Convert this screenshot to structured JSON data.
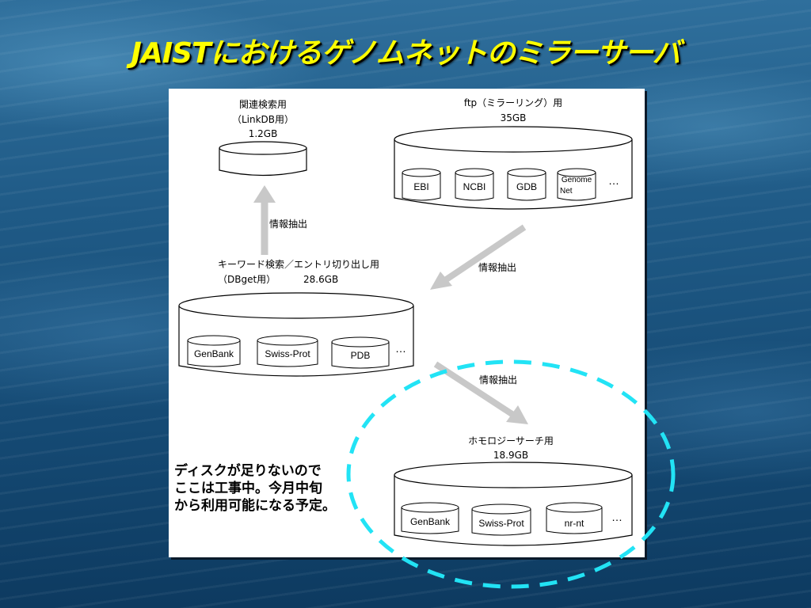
{
  "slide": {
    "title": "JAISTにおけるゲノムネットのミラーサーバ"
  },
  "diagram": {
    "related_search": {
      "line1": "関連検索用",
      "line2": "（LinkDB用）",
      "size": "1.2GB"
    },
    "ftp_mirror": {
      "line1": "ftp（ミラーリング）用",
      "size": "35GB",
      "dbs": [
        "EBI",
        "NCBI",
        "GDB"
      ],
      "genome_net_line1": "Genome",
      "genome_net_line2": "Net",
      "ellipsis": "…"
    },
    "keyword_search": {
      "line1": "キーワード検索／エントリ切り出し用",
      "line2": "（DBget用）",
      "size": "28.6GB",
      "dbs": [
        "GenBank",
        "Swiss-Prot",
        "PDB"
      ],
      "ellipsis": "…"
    },
    "homology_search": {
      "line1": "ホモロジーサーチ用",
      "size": "18.9GB",
      "dbs": [
        "GenBank",
        "Swiss-Prot",
        "nr-nt"
      ],
      "ellipsis": "…"
    },
    "arrows": {
      "extract_up": "情報抽出",
      "extract_mid": "情報抽出",
      "extract_down": "情報抽出"
    },
    "note": {
      "line1": "ディスクが足りないので",
      "line2": "ここは工事中。今月中旬",
      "line3": "から利用可能になる予定。"
    },
    "colors": {
      "title": "#ffff00",
      "highlight_dash": "#22e3f5",
      "arrow": "#c8c8c8"
    }
  }
}
